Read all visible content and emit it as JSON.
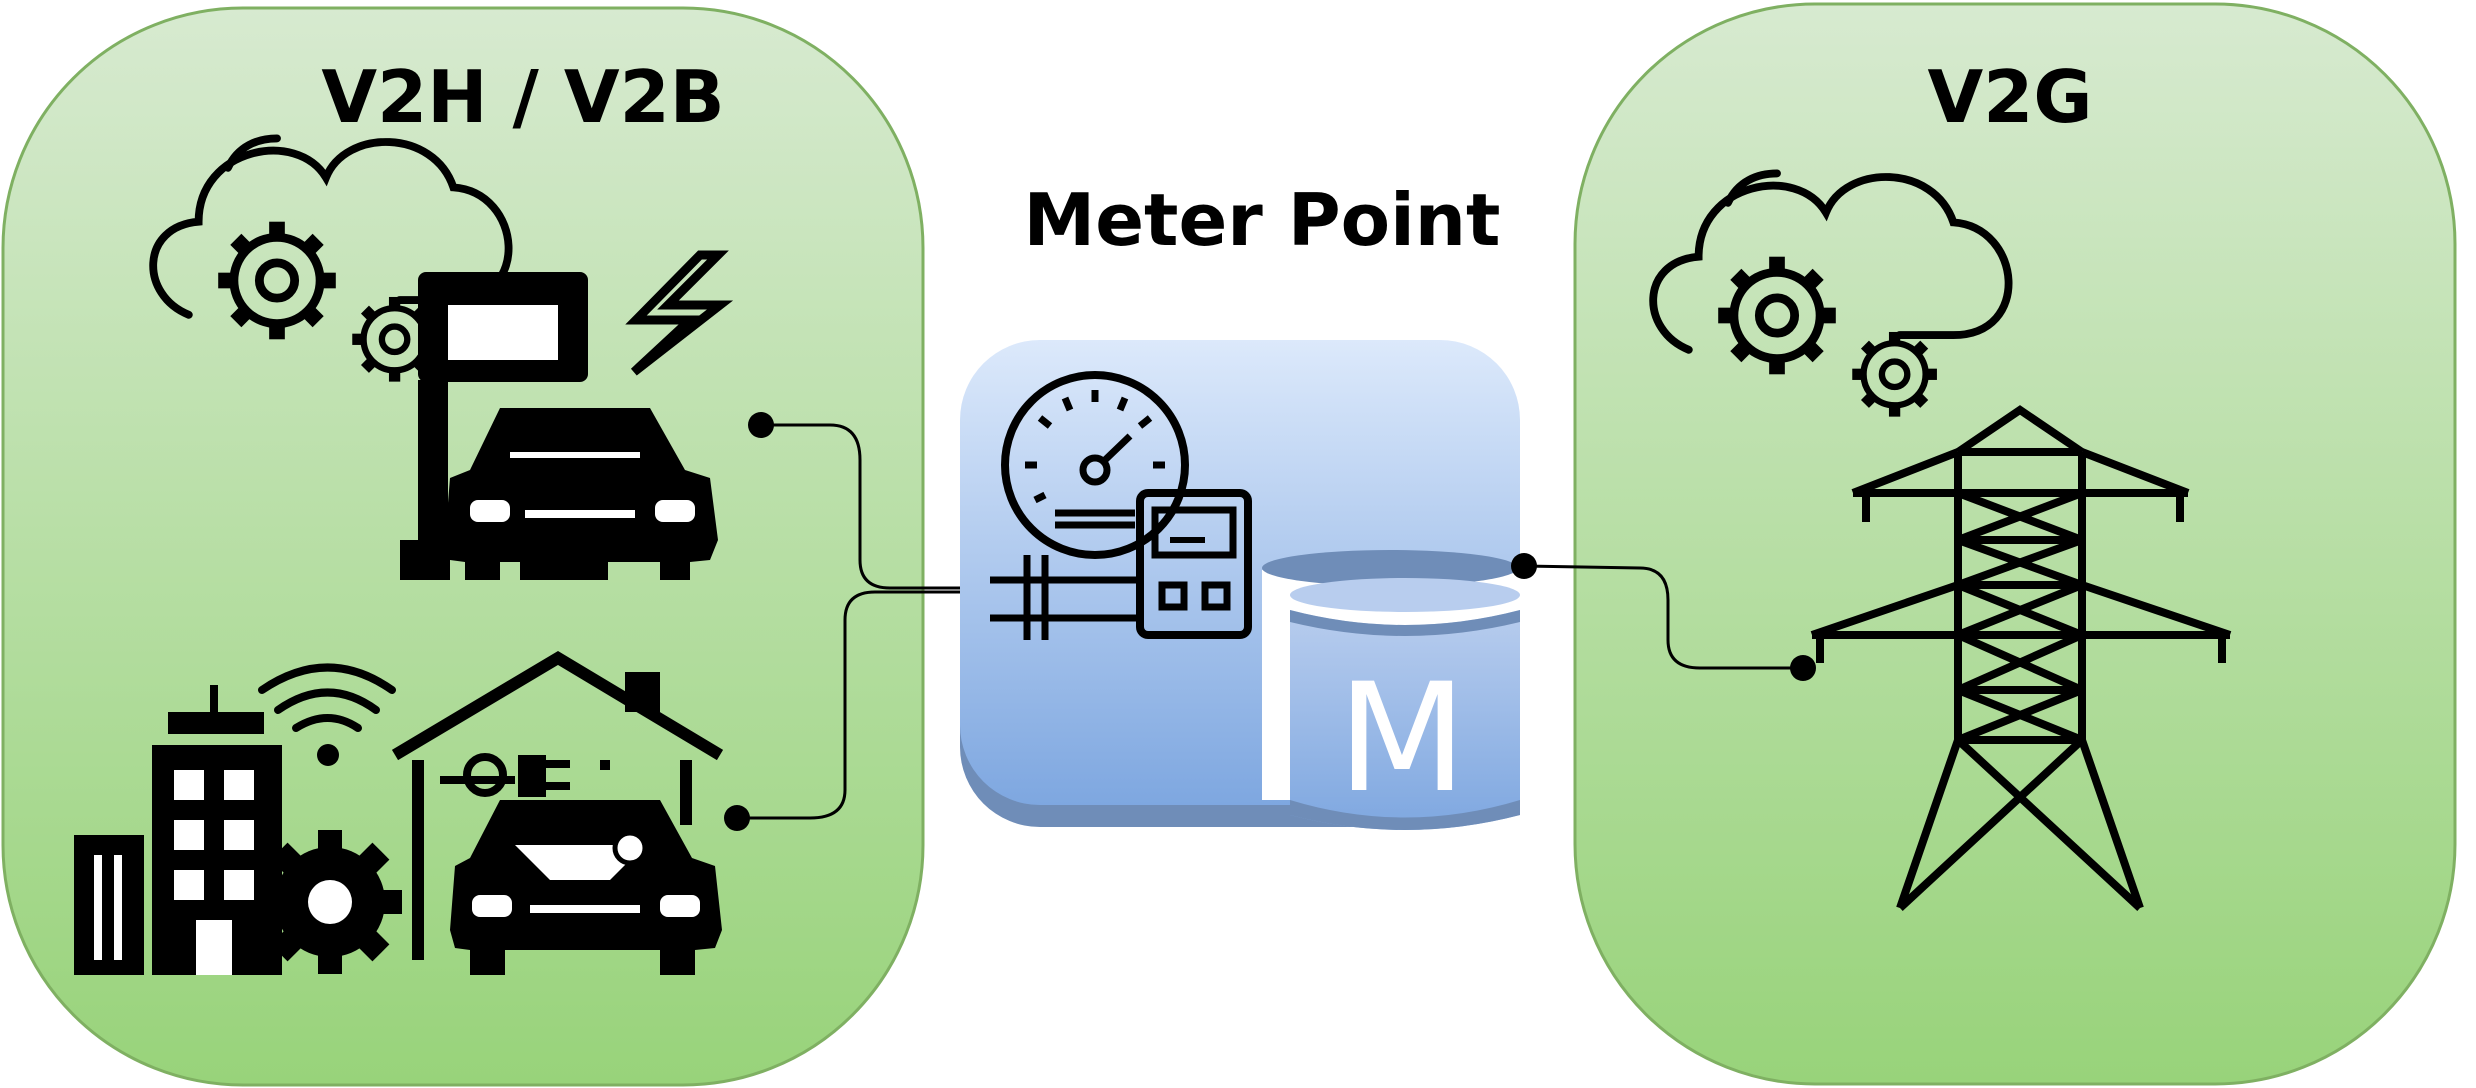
{
  "left_panel": {
    "title": "V2H / V2B"
  },
  "center": {
    "title": "Meter Point",
    "db_letter": "M"
  },
  "right_panel": {
    "title": "V2G"
  },
  "colors": {
    "panel_top": "#d7ead0",
    "panel_bottom": "#98d37a",
    "panel_border": "#7fb062",
    "meter_top": "#dce9fb",
    "meter_bottom": "#7ea7e0",
    "meter_shadow": "#6f8db8",
    "icon": "#000000"
  },
  "icons": [
    "cloud-gears-icon",
    "ev-charger-car-icon",
    "lightning-icon",
    "building-icon",
    "wifi-icon",
    "gear-icon",
    "home-car-icon",
    "plug-icon",
    "gauge-icon",
    "meter-device-icon",
    "database-icon",
    "transmission-tower-icon"
  ]
}
